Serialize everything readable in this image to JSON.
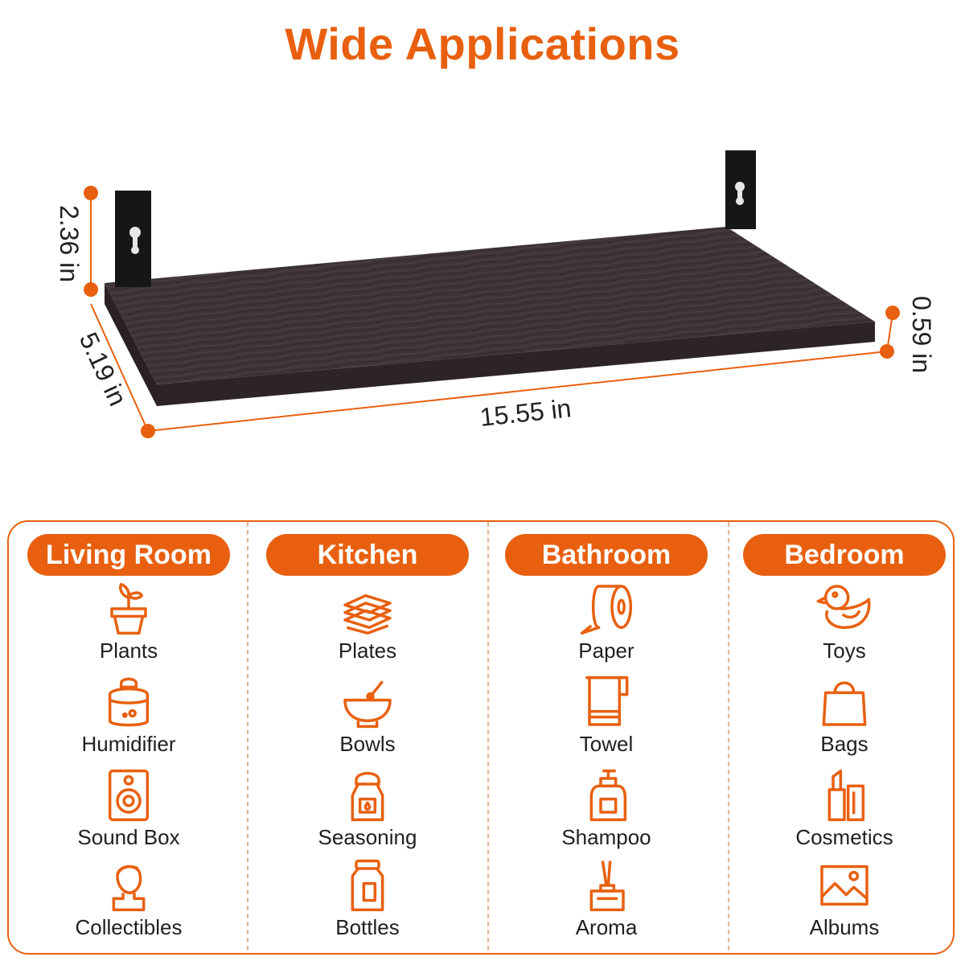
{
  "title": "Wide Applications",
  "accent_color": "#e8600f",
  "dimensions": {
    "height": "2.36 in",
    "depth": "5.19 in",
    "length": "15.55 in",
    "thickness": "0.59 in"
  },
  "categories": [
    {
      "name": "Living Room",
      "items": [
        {
          "label": "Plants",
          "icon": "plant-pot-icon"
        },
        {
          "label": "Humidifier",
          "icon": "humidifier-icon"
        },
        {
          "label": "Sound Box",
          "icon": "speaker-icon"
        },
        {
          "label": "Collectibles",
          "icon": "bust-statue-icon"
        }
      ]
    },
    {
      "name": "Kitchen",
      "items": [
        {
          "label": "Plates",
          "icon": "plates-icon"
        },
        {
          "label": "Bowls",
          "icon": "bowl-icon"
        },
        {
          "label": "Seasoning",
          "icon": "seasoning-jar-icon"
        },
        {
          "label": "Bottles",
          "icon": "bottle-icon"
        }
      ]
    },
    {
      "name": "Bathroom",
      "items": [
        {
          "label": "Paper",
          "icon": "toilet-paper-icon"
        },
        {
          "label": "Towel",
          "icon": "towel-icon"
        },
        {
          "label": "Shampoo",
          "icon": "shampoo-bottle-icon"
        },
        {
          "label": "Aroma",
          "icon": "reed-diffuser-icon"
        }
      ]
    },
    {
      "name": "Bedroom",
      "items": [
        {
          "label": "Toys",
          "icon": "rubber-duck-icon"
        },
        {
          "label": "Bags",
          "icon": "bag-icon"
        },
        {
          "label": "Cosmetics",
          "icon": "lipstick-icon"
        },
        {
          "label": "Albums",
          "icon": "photo-album-icon"
        }
      ]
    }
  ]
}
